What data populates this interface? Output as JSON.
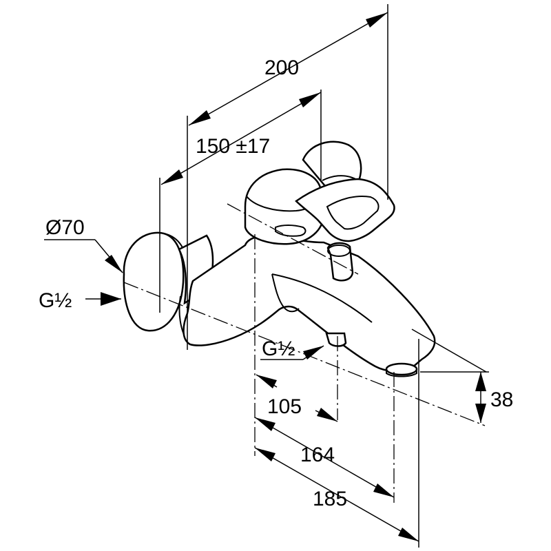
{
  "dimensions": {
    "overall_length": "200",
    "wall_distance": "150 ±17",
    "rosette_diameter": "Ø70",
    "inlet_thread": "G½",
    "outlet_thread": "G½",
    "outlet_position": "105",
    "spout_position": "164",
    "spout_projection": "185",
    "spout_height": "38"
  }
}
